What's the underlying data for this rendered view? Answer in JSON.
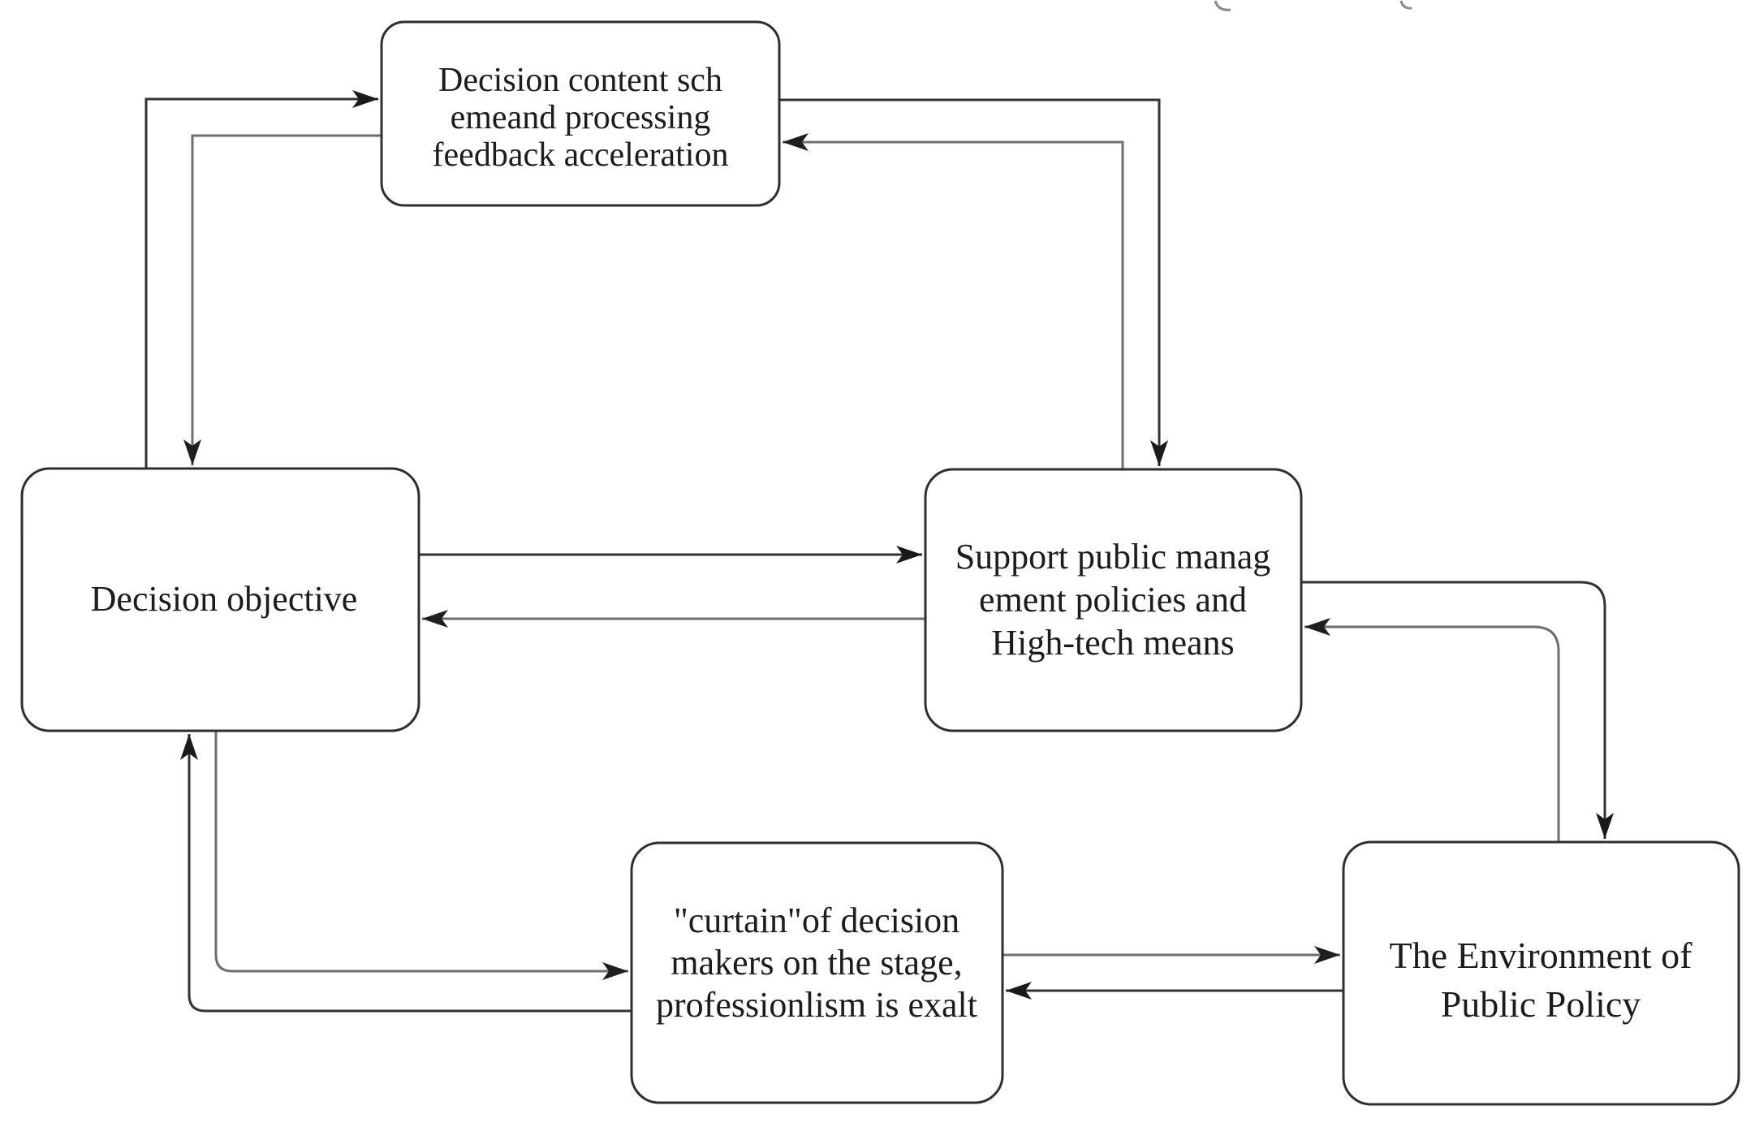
{
  "figure": {
    "type": "flowchart",
    "background": "#ffffff",
    "box_border_color": "#2f2f2f",
    "text_color": "#1c1c1c",
    "edge_color_dark": "#333333",
    "edge_color_light": "#6f6f6f",
    "nodes": {
      "decision_content": {
        "lines": [
          "Decision content sch",
          "emeand processing",
          "feedback acceleration"
        ]
      },
      "decision_objective": {
        "lines": [
          "Decision objective"
        ]
      },
      "support_policies": {
        "lines": [
          "Support public manag",
          "ement policies and",
          "High-tech means"
        ]
      },
      "curtain": {
        "lines": [
          "\"curtain\"of decision",
          "makers on the stage,",
          "professionlism is exalt"
        ]
      },
      "environment": {
        "lines": [
          "The Environment of",
          "Public Policy"
        ]
      }
    },
    "edges": [
      {
        "from": "decision_objective",
        "to": "decision_content"
      },
      {
        "from": "decision_content",
        "to": "decision_objective"
      },
      {
        "from": "decision_objective",
        "to": "support_policies"
      },
      {
        "from": "support_policies",
        "to": "decision_objective"
      },
      {
        "from": "decision_content",
        "to": "support_policies"
      },
      {
        "from": "support_policies",
        "to": "decision_content"
      },
      {
        "from": "decision_objective",
        "to": "curtain"
      },
      {
        "from": "curtain",
        "to": "decision_objective"
      },
      {
        "from": "curtain",
        "to": "environment"
      },
      {
        "from": "environment",
        "to": "curtain"
      },
      {
        "from": "support_policies",
        "to": "environment"
      },
      {
        "from": "environment",
        "to": "support_policies"
      }
    ]
  }
}
